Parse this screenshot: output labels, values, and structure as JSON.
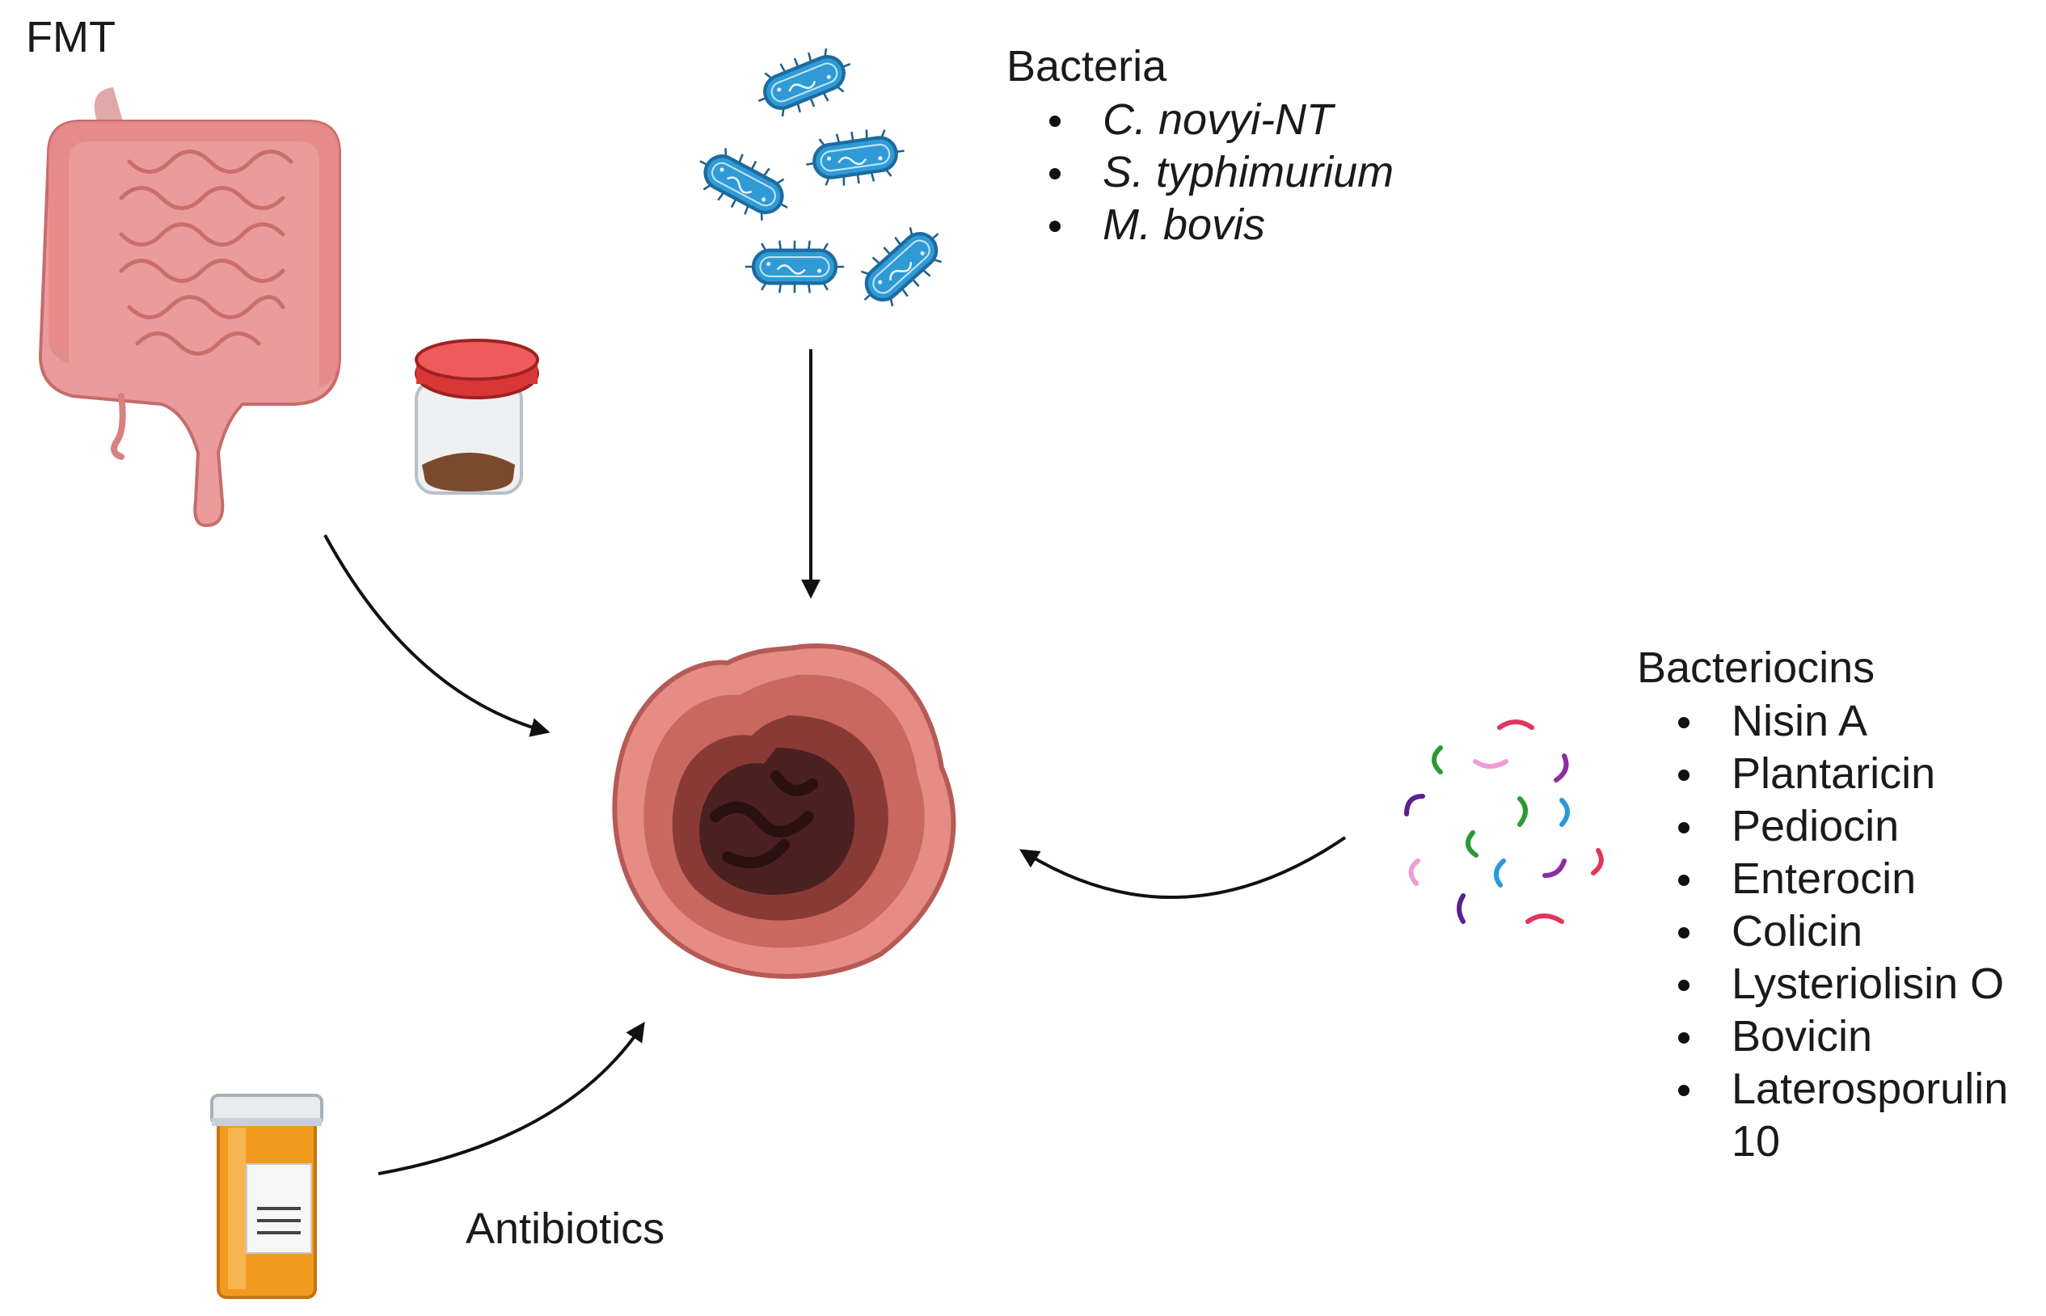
{
  "labels": {
    "fmt": "FMT",
    "bacteria_heading": "Bacteria",
    "bacteriocins_heading": "Bacteriocins",
    "antibiotics": "Antibiotics"
  },
  "bacteria": [
    "C. novyi-NT",
    "S. typhimurium",
    "M. bovis"
  ],
  "bacteriocins": [
    "Nisin A",
    "Plantaricin",
    "Pediocin",
    "Enterocin",
    "Colicin",
    "Lysteriolisin O",
    "Bovicin",
    "Laterosporulin 10"
  ],
  "icons": {
    "intestine": "intestine-icon",
    "stool_jar": "stool-sample-jar-icon",
    "bacteria": "rod-bacteria-icon",
    "tumor": "tumor-icon",
    "bacteriocin_fragments": "peptide-fragments-icon",
    "pill_bottle": "prescription-bottle-icon"
  },
  "colors": {
    "intestine": "#eb9b9b",
    "bacteria": "#2f9ad6",
    "tumor_outer": "#e58c84",
    "tumor_core": "#4a2020",
    "pill_bottle": "#f19a1d",
    "jar_cap": "#d93636",
    "arrow": "#111111"
  }
}
